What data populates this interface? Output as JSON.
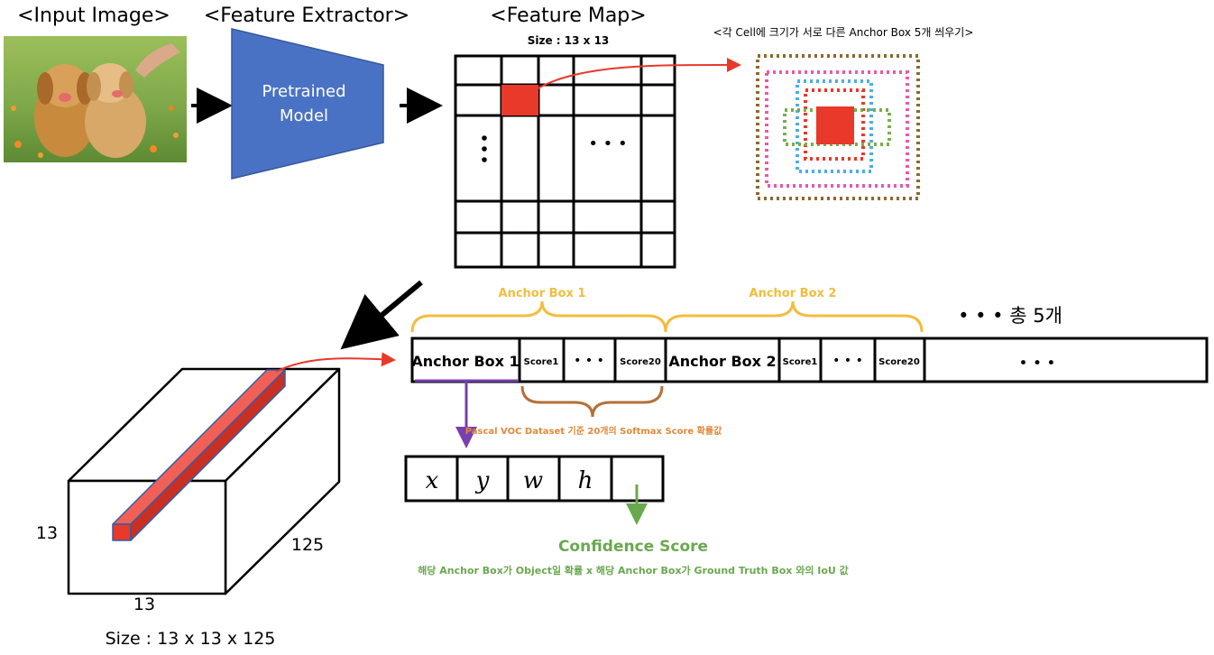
{
  "headers": {
    "input_image": "<Input Image>",
    "feature_extractor": "<Feature Extractor>",
    "feature_map": "<Feature Map>",
    "feature_map_size": "Size : 13 x 13",
    "anchor_caption": "<각 Cell에 크기가 서로 다른 Anchor Box 5개 씌우기>"
  },
  "model": {
    "line1": "Pretrained",
    "line2": "Model"
  },
  "grid": {
    "dots_horizontal": "• • •",
    "dots_vertical": "⋮"
  },
  "vector": {
    "brace1_label": "Anchor Box 1",
    "brace2_label": "Anchor Box 2",
    "total_label": "• • •  총 5개",
    "cells": [
      "Anchor Box 1",
      "Score1",
      "• • •",
      "Score20",
      "Anchor Box 2",
      "Score1",
      "• • •",
      "Score20",
      "• • •"
    ],
    "softmax_note": "Pascal VOC Dataset 기준 20개의 Softmax Score 확률값"
  },
  "coords": {
    "cells": [
      "x",
      "y",
      "w",
      "h",
      ""
    ]
  },
  "confidence": {
    "title": "Confidence Score",
    "description": "해당 Anchor Box가 Object일 확률 x 해당 Anchor Box가 Ground Truth Box 와의 IoU 값"
  },
  "tensor": {
    "height_label": "13",
    "width_label": "13",
    "depth_label": "125",
    "size_caption": "Size : 13 x 13 x 125"
  },
  "colors": {
    "model_blue": "#4a72c4",
    "cell_red": "#e8392a",
    "anchor_brown": "#8b6a2f",
    "anchor_pink": "#e75aa8",
    "anchor_blue": "#49aee6",
    "anchor_green": "#7aad4a",
    "brace_yellow": "#f2bd3e",
    "brace_orange": "#b5703a",
    "purple": "#7a3fae",
    "conf_green": "#6aa84f",
    "note_orange": "#e0893a"
  }
}
